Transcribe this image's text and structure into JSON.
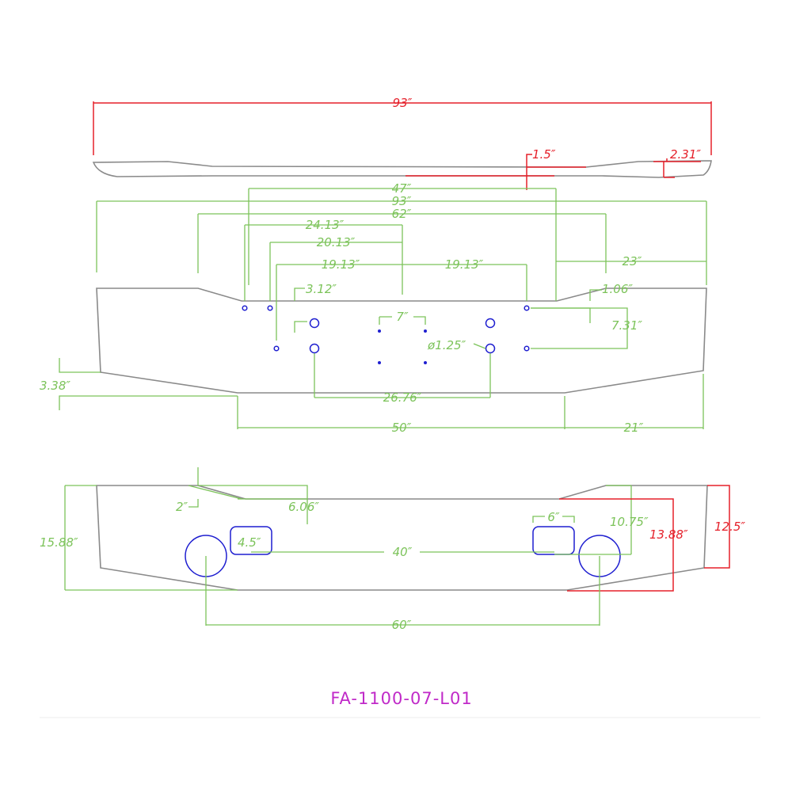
{
  "colors": {
    "outline": "#8a8a8a",
    "dimension_green": "#7cc35a",
    "dimension_red": "#e5202a",
    "holes": "#1f1fd0",
    "part_number": "#c02ac8"
  },
  "top_view": {
    "overall_width": "93″",
    "step_height": "1.5″",
    "end_height": "2.31″"
  },
  "front_view": {
    "dim_47": "47″",
    "dim_93": "93″",
    "dim_62": "62″",
    "dim_24_13": "24.13″",
    "dim_20_13": "20.13″",
    "dim_19_13_left": "19.13″",
    "dim_19_13_right": "19.13″",
    "dim_23": "23″",
    "dim_3_12": "3.12″",
    "dim_1_06": "1.06″",
    "dim_7": "7″",
    "dim_7_31": "7.31″",
    "dim_hole_dia": "ø1.25″",
    "dim_3_38": "3.38″",
    "dim_26_76": "26.76″",
    "dim_50": "50″",
    "dim_21": "21″"
  },
  "rear_view": {
    "dim_2": "2″",
    "dim_6_06": "6.06″",
    "dim_15_88": "15.88″",
    "dim_4_5": "4.5″",
    "dim_6": "6″",
    "dim_10_75": "10.75″",
    "dim_13_88": "13.88″",
    "dim_12_5": "12.5″",
    "dim_40": "40″",
    "dim_60": "60″"
  },
  "part_number": "FA-1100-07-L01"
}
